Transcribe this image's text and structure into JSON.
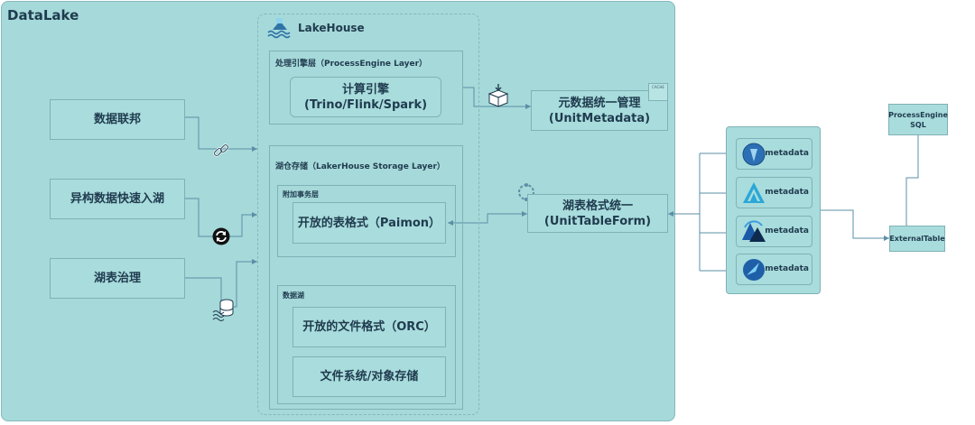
{
  "datalake": {
    "title": "DataLake"
  },
  "lakehouse": {
    "title": "LakeHouse"
  },
  "process_layer": {
    "title": "处理引擎层（ProcessEngine Layer）",
    "compute_engine": "计算引擎\n(Trino/Flink/Spark)"
  },
  "storage_layer": {
    "title": "湖仓存储（LakerHouse Storage Layer）",
    "transaction_layer": {
      "title": "附加事务层",
      "table_format": "开放的表格式（Paimon）"
    },
    "data_lake": {
      "title": "数据湖",
      "file_format": "开放的文件格式（ORC）",
      "file_system": "文件系统/对象存储"
    }
  },
  "left_boxes": [
    "数据联邦",
    "异构数据快速入湖",
    "湖表治理"
  ],
  "unit_metadata": "元数据统一管理\n(UnitMetadata)",
  "unit_metadata_badge": "CACHE",
  "unit_table_form": "湖表格式统一\n(UnitTableForm)",
  "metadata_items": [
    "metadata",
    "metadata",
    "metadata",
    "metadata"
  ],
  "process_engine_sql": "ProcessEngine\nSQL",
  "external_table": "ExternalTable",
  "colors": {
    "bg": "#a6d9d9",
    "box": "#a9dcdc",
    "border": "#7fb2b6",
    "text": "#1f3b4f",
    "line": "#5b8fa6"
  },
  "icons": [
    "lakehouse-logo-icon",
    "link-icon",
    "sync-icon",
    "database-icon",
    "download-box-icon",
    "refresh-icon",
    "hive-icon",
    "iceberg-icon",
    "hudi-icon",
    "delta-icon"
  ]
}
